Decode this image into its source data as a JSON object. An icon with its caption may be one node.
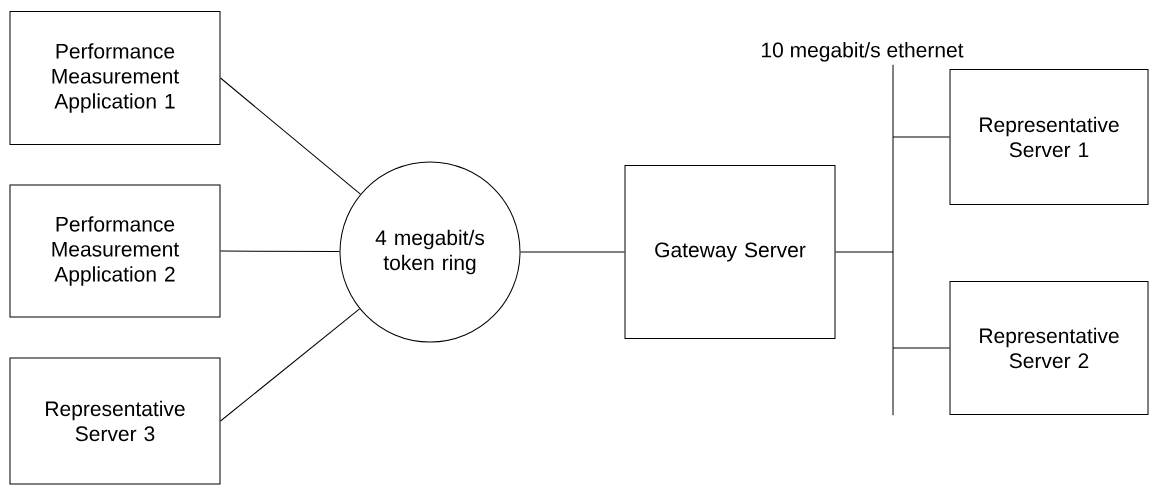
{
  "diagram": {
    "nodes": [
      {
        "text": [
          "Performance Measurement Application 1"
        ]
      },
      {
        "text": [
          "Performance Measurement Application 2"
        ]
      },
      {
        "text": [
          "Representative Server 3"
        ]
      },
      {
        "text": [
          "4 megabit/s token ring"
        ]
      },
      {
        "text": [
          "Gateway Server"
        ]
      },
      {
        "text": [
          "10 megabit/s ethernet"
        ]
      },
      {
        "text": [
          "Representative Server 1"
        ]
      },
      {
        "text": [
          "Representative Server 2"
        ]
      }
    ],
    "edges": [
      {
        "from": 0,
        "to": 3,
        "arrow": "none"
      },
      {
        "from": 1,
        "to": 3,
        "arrow": "none"
      },
      {
        "from": 2,
        "to": 3,
        "arrow": "none"
      },
      {
        "from": 3,
        "to": 4,
        "arrow": "none"
      },
      {
        "from": 4,
        "to": 5,
        "arrow": "none"
      },
      {
        "from": 5,
        "to": 6,
        "arrow": "none"
      },
      {
        "from": 5,
        "to": 7,
        "arrow": "none"
      }
    ]
  }
}
